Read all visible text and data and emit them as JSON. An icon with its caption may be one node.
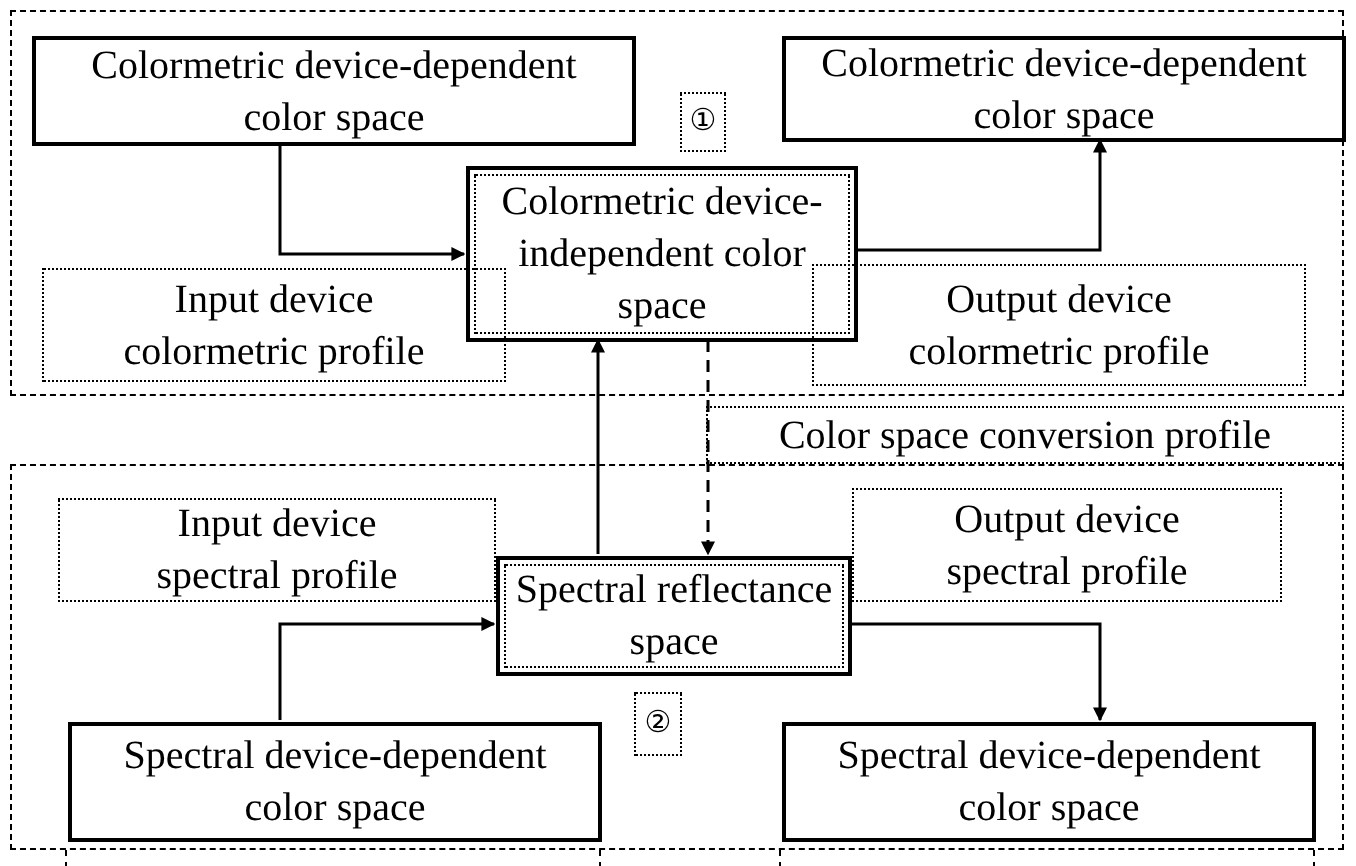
{
  "diagram": {
    "nodes": [
      {
        "text": [],
        "shape": "box"
      },
      {
        "text": [
          "Colormetric device-dependent color space"
        ],
        "in": 0
      },
      {
        "text": [
          "①"
        ],
        "in": 0
      },
      {
        "text": [
          "Colormetric device-dependent color space"
        ],
        "in": 0
      },
      {
        "text": [
          "Colormetric device-independent color space"
        ],
        "in": 0
      },
      {
        "text": [
          "Input device colormetric profile"
        ],
        "in": 0
      },
      {
        "text": [
          "Output device colormetric profile"
        ],
        "in": 0
      },
      {
        "text": [
          "Color space conversion profile"
        ]
      },
      {
        "text": [],
        "shape": "box"
      },
      {
        "text": [
          "Input device spectral profile"
        ],
        "in": 8
      },
      {
        "text": [
          "Spectral reflectance space"
        ],
        "in": 8
      },
      {
        "text": [
          "Output device spectral profile"
        ],
        "in": 8
      },
      {
        "text": [
          "②"
        ],
        "in": 8
      },
      {
        "text": [
          "Spectral device-dependent color space"
        ],
        "in": 8
      },
      {
        "text": [
          "Spectral device-dependent color space"
        ],
        "in": 8
      }
    ],
    "edges": [
      {
        "from": 1,
        "to": 4,
        "arrow": "to"
      },
      {
        "from": 4,
        "to": 3,
        "arrow": "to"
      },
      {
        "from": 10,
        "to": 4,
        "arrow": "to"
      },
      {
        "from": 4,
        "to": 10,
        "arrow": "to",
        "style": "dashed"
      },
      {
        "from": 13,
        "to": 10,
        "arrow": "to"
      },
      {
        "from": 10,
        "to": 14,
        "arrow": "to"
      }
    ]
  }
}
